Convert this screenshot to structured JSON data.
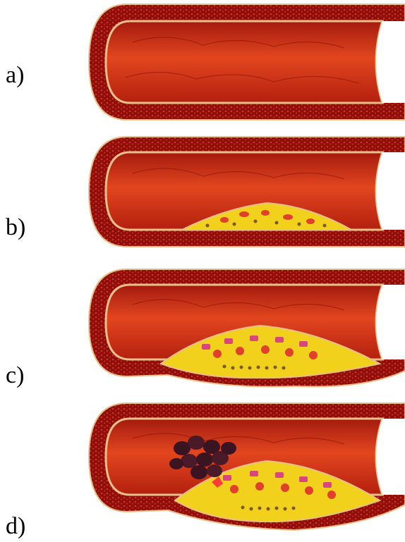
{
  "panels": [
    {
      "label": "a)",
      "stage": "healthy-artery"
    },
    {
      "label": "b)",
      "stage": "early-plaque"
    },
    {
      "label": "c)",
      "stage": "advanced-plaque"
    },
    {
      "label": "d)",
      "stage": "plaque-rupture-with-clot"
    }
  ],
  "colors": {
    "wall_outer": "#8e0f0a",
    "wall_dots": "#d0322a",
    "lining": "#e9c08a",
    "lumen_light": "#e0421c",
    "lumen_dark": "#a2160e",
    "plaque_fat": "#f1d11b",
    "plaque_cell": "#e0402c",
    "foam_cell": "#d9467e",
    "clot": "#3a1420",
    "background": "#ffffff"
  }
}
